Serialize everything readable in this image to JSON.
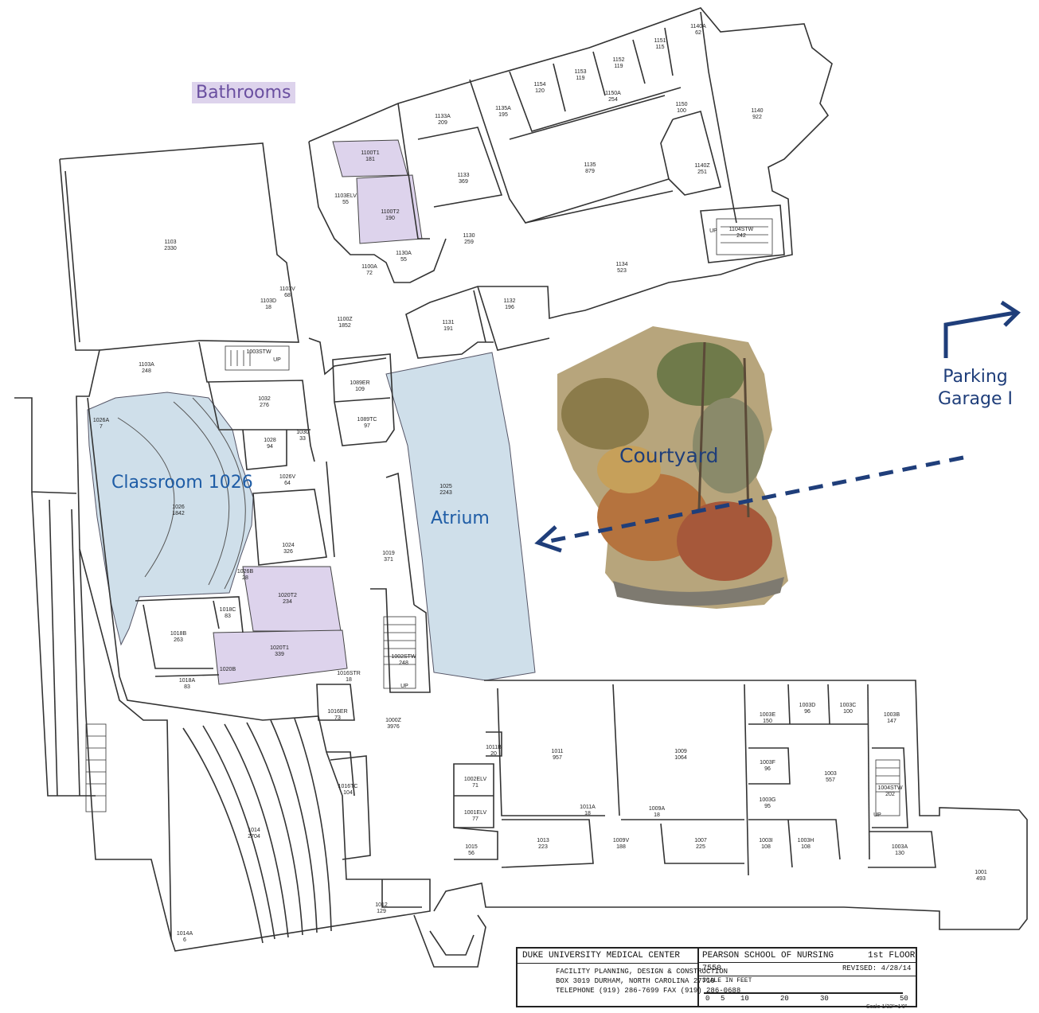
{
  "legend": {
    "bathrooms_label": "Bathrooms"
  },
  "colors": {
    "bathroom_fill": "#ddd3ec",
    "highlight_fill": "#cfdfea",
    "route_color": "#1f3e7a",
    "wall": "#333333"
  },
  "zones": {
    "classroom": "Classroom 1026",
    "atrium": "Atrium",
    "courtyard": "Courtyard",
    "parking": [
      "Parking",
      "Garage I"
    ]
  },
  "rooms": [
    {
      "id": "1140A",
      "area": "62"
    },
    {
      "id": "1151",
      "area": "115"
    },
    {
      "id": "1152",
      "area": "119"
    },
    {
      "id": "1153",
      "area": "119"
    },
    {
      "id": "1154",
      "area": "120"
    },
    {
      "id": "1150A",
      "area": "254"
    },
    {
      "id": "1140",
      "area": "922"
    },
    {
      "id": "1150",
      "area": "100"
    },
    {
      "id": "1135A",
      "area": "195"
    },
    {
      "id": "1133A",
      "area": "209"
    },
    {
      "id": "1135",
      "area": "879"
    },
    {
      "id": "1140Z",
      "area": "251"
    },
    {
      "id": "1100T1",
      "area": "181"
    },
    {
      "id": "1133",
      "area": "369"
    },
    {
      "id": "1103ELV",
      "area": "55"
    },
    {
      "id": "1100T2",
      "area": "190"
    },
    {
      "id": "1104STW",
      "area": "242"
    },
    {
      "id": "1130",
      "area": "259"
    },
    {
      "id": "1103",
      "area": "2330"
    },
    {
      "id": "1130A",
      "area": "55"
    },
    {
      "id": "1134",
      "area": "523"
    },
    {
      "id": "1100A",
      "area": "72"
    },
    {
      "id": "1103V",
      "area": "68"
    },
    {
      "id": "1103D",
      "area": "18"
    },
    {
      "id": "1132",
      "area": "196"
    },
    {
      "id": "1100Z",
      "area": "1852"
    },
    {
      "id": "1131",
      "area": "191"
    },
    {
      "id": "1003STW",
      "area": ""
    },
    {
      "id": "1103A",
      "area": "248"
    },
    {
      "id": "1089ER",
      "area": "109"
    },
    {
      "id": "1032",
      "area": "276"
    },
    {
      "id": "1026A",
      "area": "7"
    },
    {
      "id": "1089TC",
      "area": "97"
    },
    {
      "id": "1028",
      "area": "94"
    },
    {
      "id": "1030",
      "area": "33"
    },
    {
      "id": "1025",
      "area": "2243"
    },
    {
      "id": "1026V",
      "area": "64"
    },
    {
      "id": "1026",
      "area": "1842"
    },
    {
      "id": "1024",
      "area": "326"
    },
    {
      "id": "1019",
      "area": "371"
    },
    {
      "id": "1026B",
      "area": "28"
    },
    {
      "id": "1020T2",
      "area": "234"
    },
    {
      "id": "1018C",
      "area": "83"
    },
    {
      "id": "1018B",
      "area": "263"
    },
    {
      "id": "1020T1",
      "area": "339"
    },
    {
      "id": "1002STW",
      "area": "248"
    },
    {
      "id": "1018A",
      "area": "83"
    },
    {
      "id": "1020B",
      "area": ""
    },
    {
      "id": "1016STR",
      "area": "18"
    },
    {
      "id": "1016ER",
      "area": "73"
    },
    {
      "id": "1000Z",
      "area": "3976"
    },
    {
      "id": "1011",
      "area": "957"
    },
    {
      "id": "1009",
      "area": "1064"
    },
    {
      "id": "1003E",
      "area": "150"
    },
    {
      "id": "1003D",
      "area": "96"
    },
    {
      "id": "1003C",
      "area": "100"
    },
    {
      "id": "1003B",
      "area": "147"
    },
    {
      "id": "1011B",
      "area": "20"
    },
    {
      "id": "1003F",
      "area": "96"
    },
    {
      "id": "1003",
      "area": "557"
    },
    {
      "id": "1004STW",
      "area": "202"
    },
    {
      "id": "1002ELV",
      "area": "71"
    },
    {
      "id": "1016TC",
      "area": "104"
    },
    {
      "id": "1003G",
      "area": "95"
    },
    {
      "id": "1001ELV",
      "area": "77"
    },
    {
      "id": "1011A",
      "area": "18"
    },
    {
      "id": "1009A",
      "area": "18"
    },
    {
      "id": "1014",
      "area": "2704"
    },
    {
      "id": "1013",
      "area": "223"
    },
    {
      "id": "1009V",
      "area": "188"
    },
    {
      "id": "1007",
      "area": "225"
    },
    {
      "id": "1003I",
      "area": "108"
    },
    {
      "id": "1003H",
      "area": "108"
    },
    {
      "id": "1003A",
      "area": "130"
    },
    {
      "id": "1015",
      "area": "56"
    },
    {
      "id": "1001",
      "area": "493"
    },
    {
      "id": "1012",
      "area": "129"
    },
    {
      "id": "1014A",
      "area": "6"
    }
  ],
  "stairs": {
    "up": "UP"
  },
  "titleblock": {
    "org": "DUKE UNIVERSITY MEDICAL CENTER",
    "dept": "FACILITY PLANNING, DESIGN & CONSTRUCTION",
    "address": "BOX 3019 DURHAM, NORTH CAROLINA  27710",
    "phone": "TELEPHONE (919) 286-7699  FAX (919) 286-0688",
    "building": "PEARSON SCHOOL OF NURSING",
    "floor": "1st FLOOR",
    "bldg_no": "7550",
    "revised": "REVISED:  4/28/14",
    "scale_title": "SCALE IN FEET",
    "scale_ticks": [
      "0",
      "5",
      "10",
      "20",
      "30",
      "50"
    ],
    "scale_note": "Scale 1/32\"=1'0\""
  }
}
